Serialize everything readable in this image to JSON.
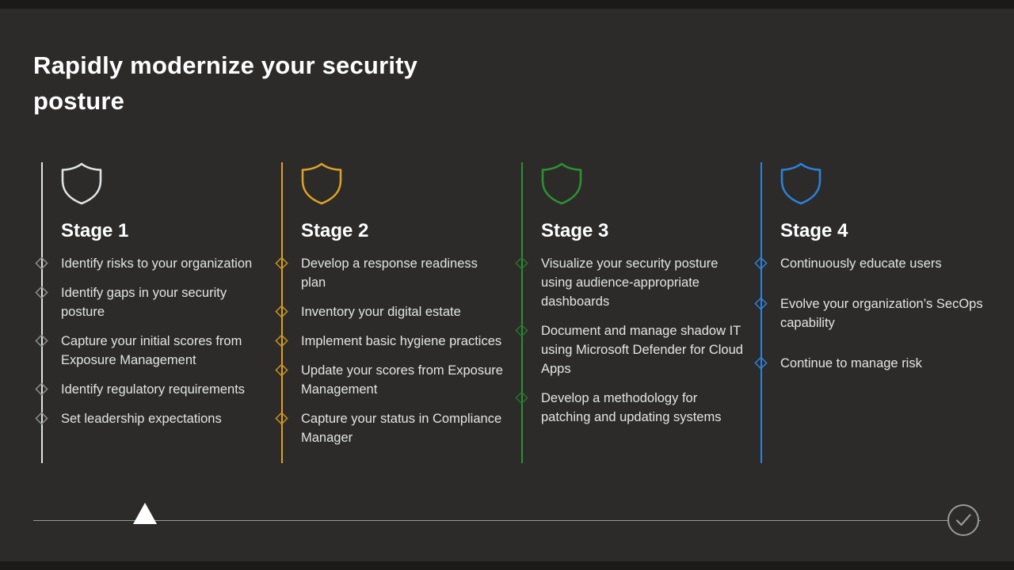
{
  "theme": {
    "slide_background": "#2c2b2a",
    "letterbox_color": "#1b1a19",
    "title_color": "#ffffff",
    "body_text_color": "#e4e4e4",
    "timeline_color": "#999999"
  },
  "slide": {
    "title": "Rapidly modernize your security posture",
    "stages": [
      {
        "label": "Stage 1",
        "accent": "#e3e3e3",
        "bullet_marker": "#8f8f8f",
        "style": "--accent:#e3e3e3;--marker:#8f8f8f",
        "icon": "shield-outline",
        "items": [
          "Identify risks to your organization",
          "Identify gaps in your security posture",
          "Capture your initial scores from Exposure Management",
          "Identify regulatory requirements",
          "Set leadership expectations"
        ]
      },
      {
        "label": "Stage 2",
        "accent": "#dca127",
        "bullet_marker": "#c9931f",
        "style": "--accent:#dca127;--marker:#c9931f",
        "icon": "shield-outline",
        "items": [
          "Develop a response readiness plan",
          "Inventory your digital estate",
          "Implement basic hygiene practices",
          "Update your scores from Exposure Management",
          "Capture your status in Compliance Manager"
        ]
      },
      {
        "label": "Stage 3",
        "accent": "#2c9230",
        "bullet_marker": "#247527",
        "style": "--accent:#2c9230;--marker:#247527",
        "icon": "shield-outline",
        "items": [
          "Visualize your security posture using audience-appropriate dashboards",
          "Document and manage shadow IT using Microsoft Defender for Cloud Apps",
          "Develop a methodology for patching and updating systems"
        ]
      },
      {
        "label": "Stage 4",
        "accent": "#2b82d9",
        "bullet_marker": "#2b82d9",
        "style": "--accent:#2b82d9;--marker:#2b82d9",
        "icon": "shield-outline",
        "items": [
          "Continuously educate users",
          "Evolve your organization’s SecOps capability",
          "Continue to manage risk"
        ]
      }
    ],
    "footer": {
      "line_color": "#999999",
      "marker_icon": "triangle-up",
      "marker_color": "#ffffff",
      "end_icon": "check-circle",
      "end_color": "#999999"
    }
  }
}
